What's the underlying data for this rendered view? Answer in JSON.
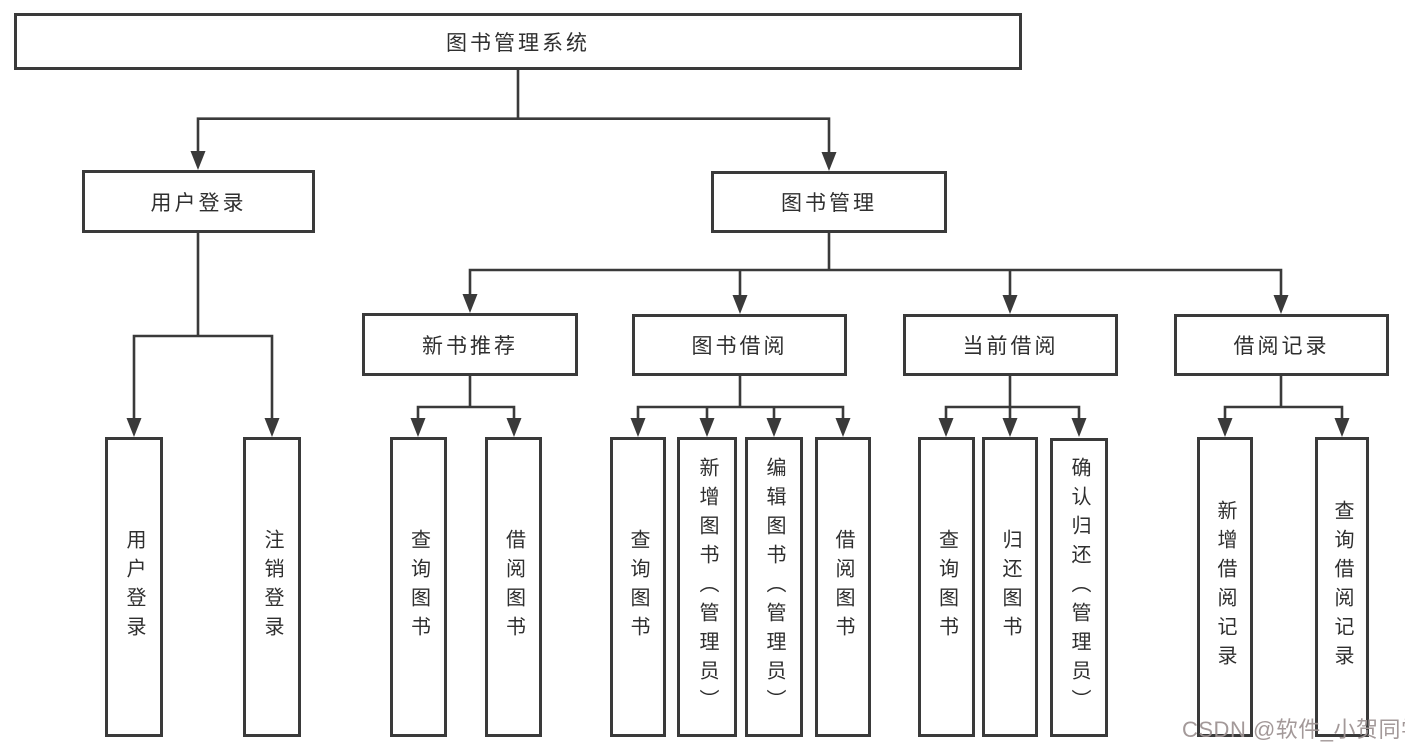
{
  "diagram": {
    "root": {
      "label": "图书管理系统"
    },
    "branches": [
      {
        "label": "用户登录",
        "children": [
          {
            "label": "用户登录"
          },
          {
            "label": "注销登录"
          }
        ]
      },
      {
        "label": "图书管理",
        "children": [
          {
            "label": "新书推荐",
            "children": [
              {
                "label": "查询图书"
              },
              {
                "label": "借阅图书"
              }
            ]
          },
          {
            "label": "图书借阅",
            "children": [
              {
                "label": "查询图书"
              },
              {
                "label": "新增图书（管理员）"
              },
              {
                "label": "编辑图书（管理员）"
              },
              {
                "label": "借阅图书"
              }
            ]
          },
          {
            "label": "当前借阅",
            "children": [
              {
                "label": "查询图书"
              },
              {
                "label": "归还图书"
              },
              {
                "label": "确认归还（管理员）"
              }
            ]
          },
          {
            "label": "借阅记录",
            "children": [
              {
                "label": "新增借阅记录"
              },
              {
                "label": "查询借阅记录"
              }
            ]
          }
        ]
      }
    ]
  },
  "colors": {
    "line": "#3a3a3a",
    "box_border": "#3a3a3a",
    "text": "#2f2f2f",
    "background": "#ffffff",
    "watermark": "#9e9494"
  },
  "watermark": {
    "text": "CSDN @软件_小贺同学"
  }
}
